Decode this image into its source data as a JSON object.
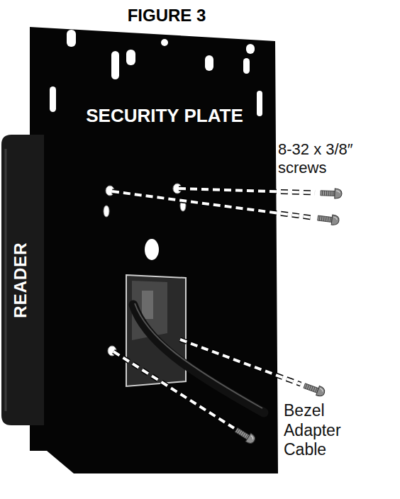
{
  "diagram": {
    "title": "FIGURE 3",
    "nodes": [
      {
        "text": [
          "SECURITY PLATE"
        ]
      },
      {
        "text": [
          "READER"
        ]
      }
    ],
    "labels": [
      "8-32 x 3/8″ screws",
      "Bezel Adapter Cable"
    ]
  }
}
